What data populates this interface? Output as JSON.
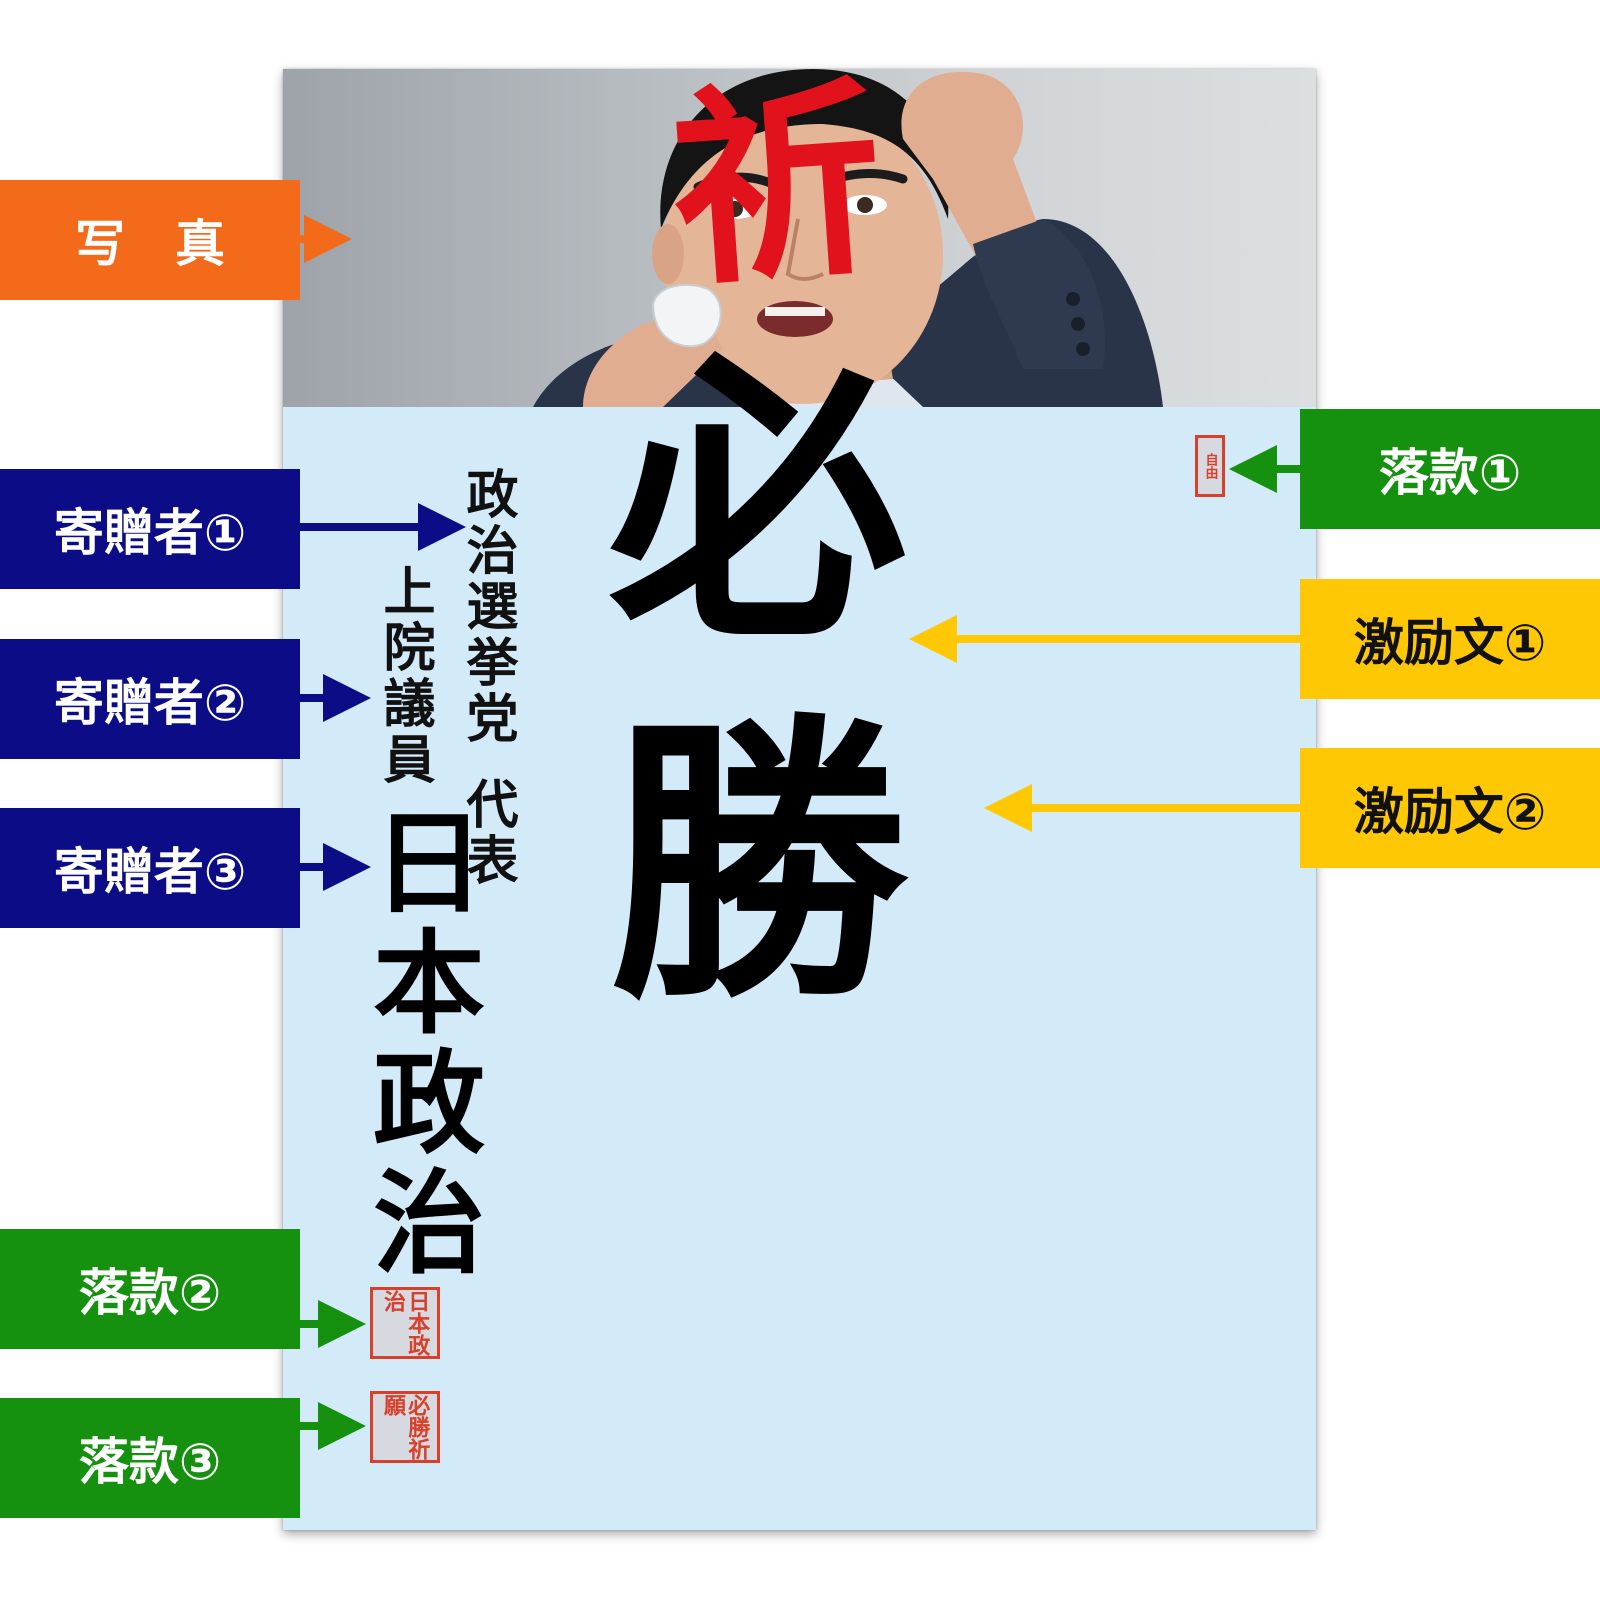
{
  "poster": {
    "slogan_1": "祈",
    "slogan_2": "必勝",
    "donor_1_a": "政治選挙党",
    "donor_1_b": "代表",
    "donor_2": "上院議員",
    "donor_3": "日本政治",
    "seal_1": "自由",
    "seal_2": "日本政治",
    "seal_3": "必勝祈願"
  },
  "labels": {
    "photo": "写　真",
    "donor_1": "寄贈者①",
    "donor_2": "寄贈者②",
    "donor_3": "寄贈者③",
    "seal_1": "落款①",
    "seal_2": "落款②",
    "seal_3": "落款③",
    "message_1": "激励文①",
    "message_2": "激励文②"
  },
  "colors": {
    "photo_label": "#f26a1a",
    "donor_label": "#0b0c86",
    "seal_label": "#16900f",
    "message_label": "#fec804",
    "poster_background": "#d3eaf8",
    "slogan_red": "#e2121d"
  }
}
